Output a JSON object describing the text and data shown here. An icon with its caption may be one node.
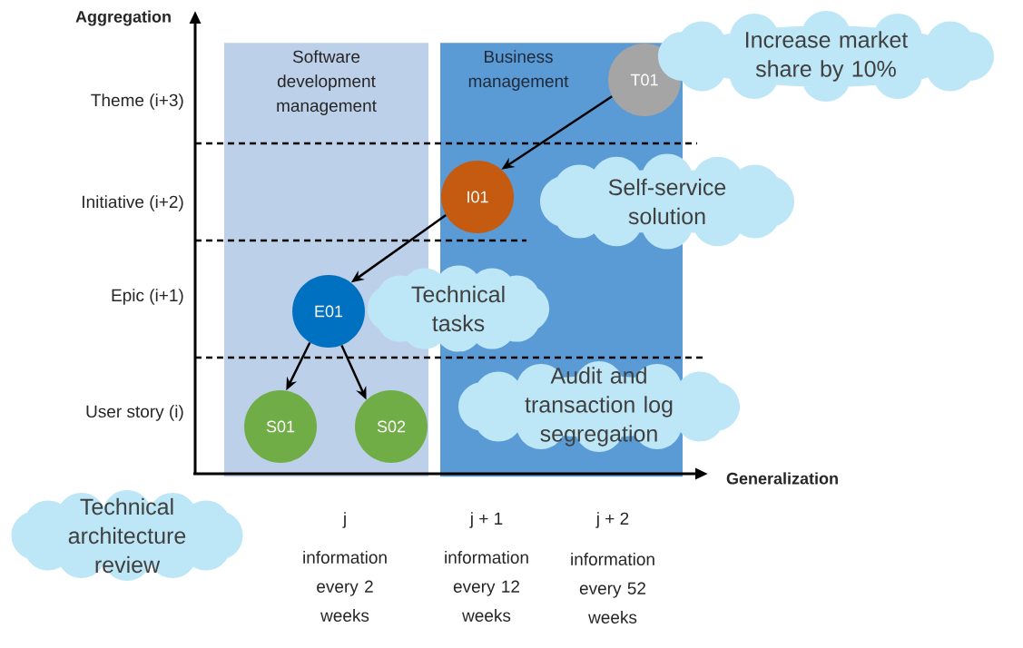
{
  "diagram": {
    "nodes": [
      {
        "text": [
          "Software development management"
        ]
      },
      {
        "text": [
          "Business management"
        ]
      },
      {
        "text": [
          "T01"
        ],
        "in": 1
      },
      {
        "text": [
          "I01"
        ],
        "in": 1
      },
      {
        "text": [
          "E01"
        ],
        "in": 0
      },
      {
        "text": [
          "S01"
        ],
        "in": 0
      },
      {
        "text": [
          "S02"
        ],
        "in": 0
      },
      {
        "text": [
          "Increase market share by 10%"
        ]
      },
      {
        "text": [
          "Self-service solution"
        ]
      },
      {
        "text": [
          "Technical tasks"
        ]
      },
      {
        "text": [
          "Audit and transaction log segregation"
        ]
      },
      {
        "text": [
          "Technical architecture review"
        ]
      }
    ],
    "edges": [
      {
        "from": 2,
        "to": 3,
        "arrow": "to"
      },
      {
        "from": 3,
        "to": 4,
        "arrow": "to"
      },
      {
        "from": 4,
        "to": 5,
        "arrow": "to"
      },
      {
        "from": 4,
        "to": 6,
        "arrow": "to"
      }
    ],
    "labels": [
      "Aggregation",
      "Theme (i+3)",
      "Initiative (i+2)",
      "Epic (i+1)",
      "User story (i)",
      "Generalization",
      "j",
      "information every 2 weeks",
      "j + 1",
      "information every 12 weeks",
      "j + 2",
      "information every 52 weeks"
    ]
  }
}
